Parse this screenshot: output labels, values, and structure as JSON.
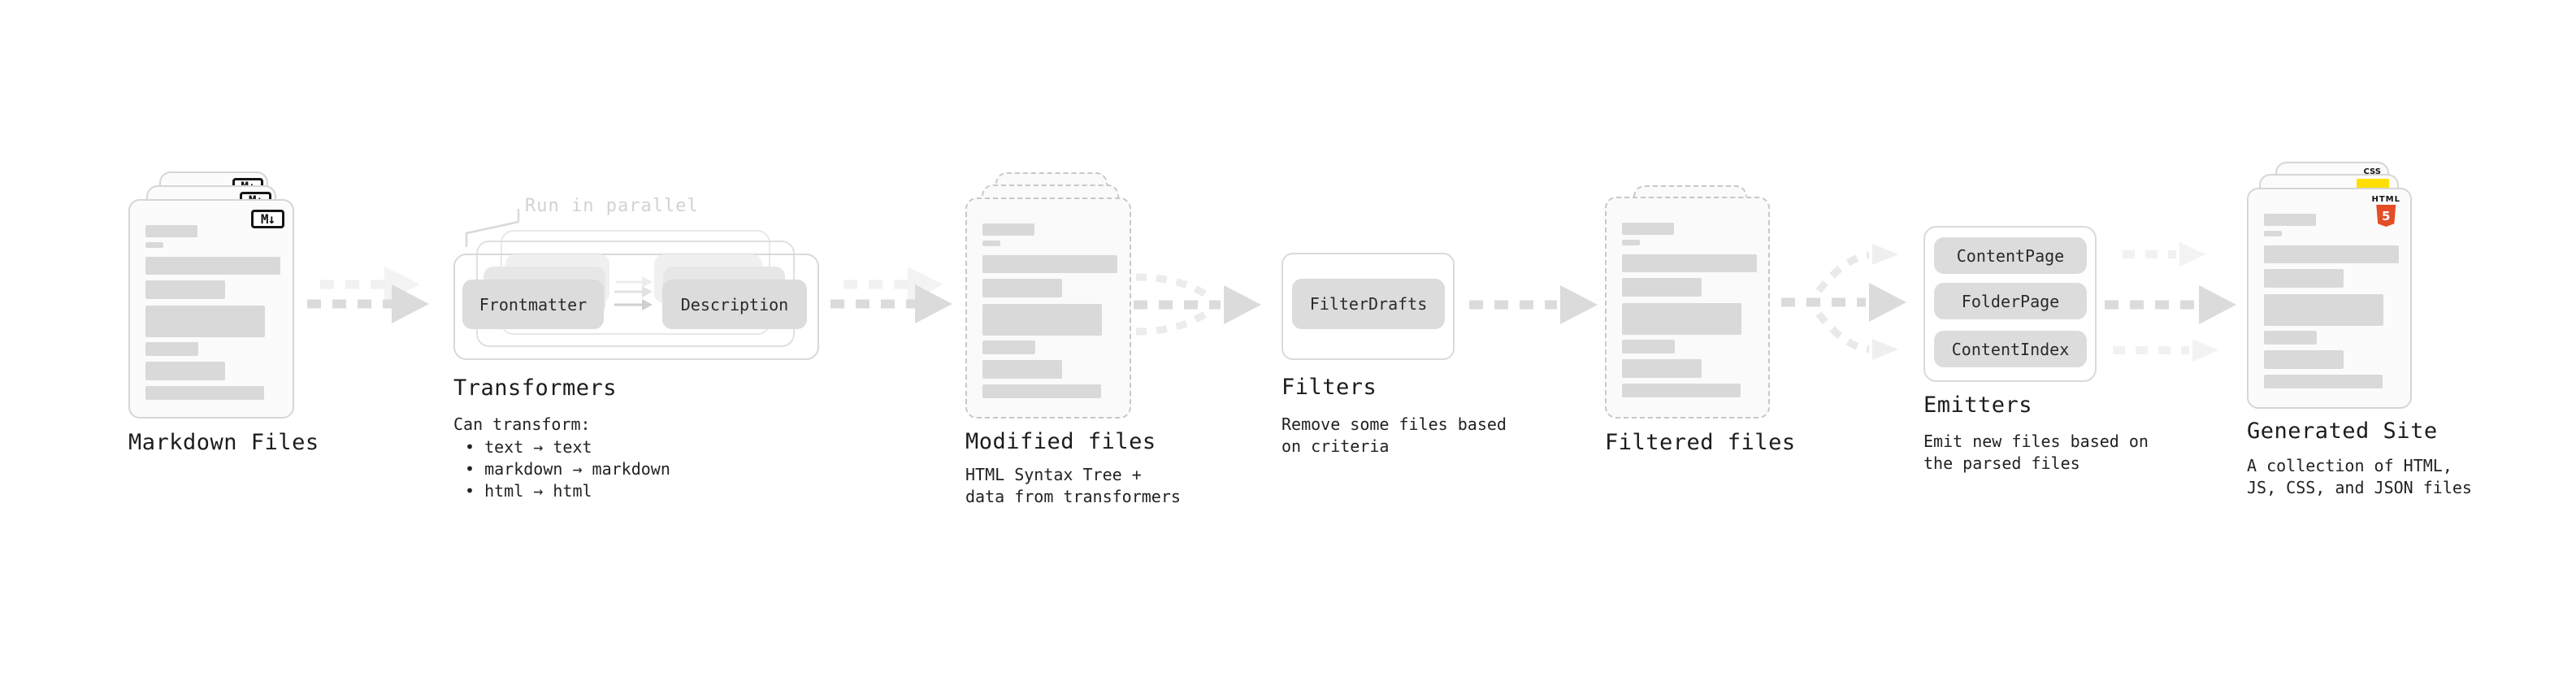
{
  "diagram": {
    "stages": {
      "markdown_files": {
        "label": "Markdown Files",
        "badge": "M↓"
      },
      "transformers": {
        "label": "Transformers",
        "annotation": "Run in parallel",
        "buttons": [
          "Frontmatter",
          "Description"
        ],
        "caption_title": "Can transform:",
        "bullets": [
          "• text → text",
          "• markdown → markdown",
          "• html → html"
        ]
      },
      "modified_files": {
        "label": "Modified files",
        "caption_lines": [
          "HTML Syntax Tree +",
          "data from transformers"
        ]
      },
      "filters": {
        "label": "Filters",
        "buttons": [
          "FilterDrafts"
        ],
        "caption_lines": [
          "Remove some files based",
          "on criteria"
        ]
      },
      "filtered_files": {
        "label": "Filtered files"
      },
      "emitters": {
        "label": "Emitters",
        "buttons": [
          "ContentPage",
          "FolderPage",
          "ContentIndex"
        ],
        "caption_lines": [
          "Emit new files based on",
          "the parsed files"
        ]
      },
      "generated_site": {
        "label": "Generated Site",
        "caption_lines": [
          "A collection of HTML,",
          "JS, CSS, and JSON files"
        ],
        "file_badges": {
          "css": "CSS",
          "js": "JS",
          "html_label": "HTML",
          "html_number": "5"
        }
      }
    },
    "colors": {
      "html5_orange": "#e44d26",
      "js_yellow": "#ffdf00",
      "css_blue": "#2965f1",
      "placeholder_gray": "#d9d9d9",
      "arrow_gray": "#dbdbdb",
      "arrow_ghost_gray": "#f0f0f0"
    }
  }
}
